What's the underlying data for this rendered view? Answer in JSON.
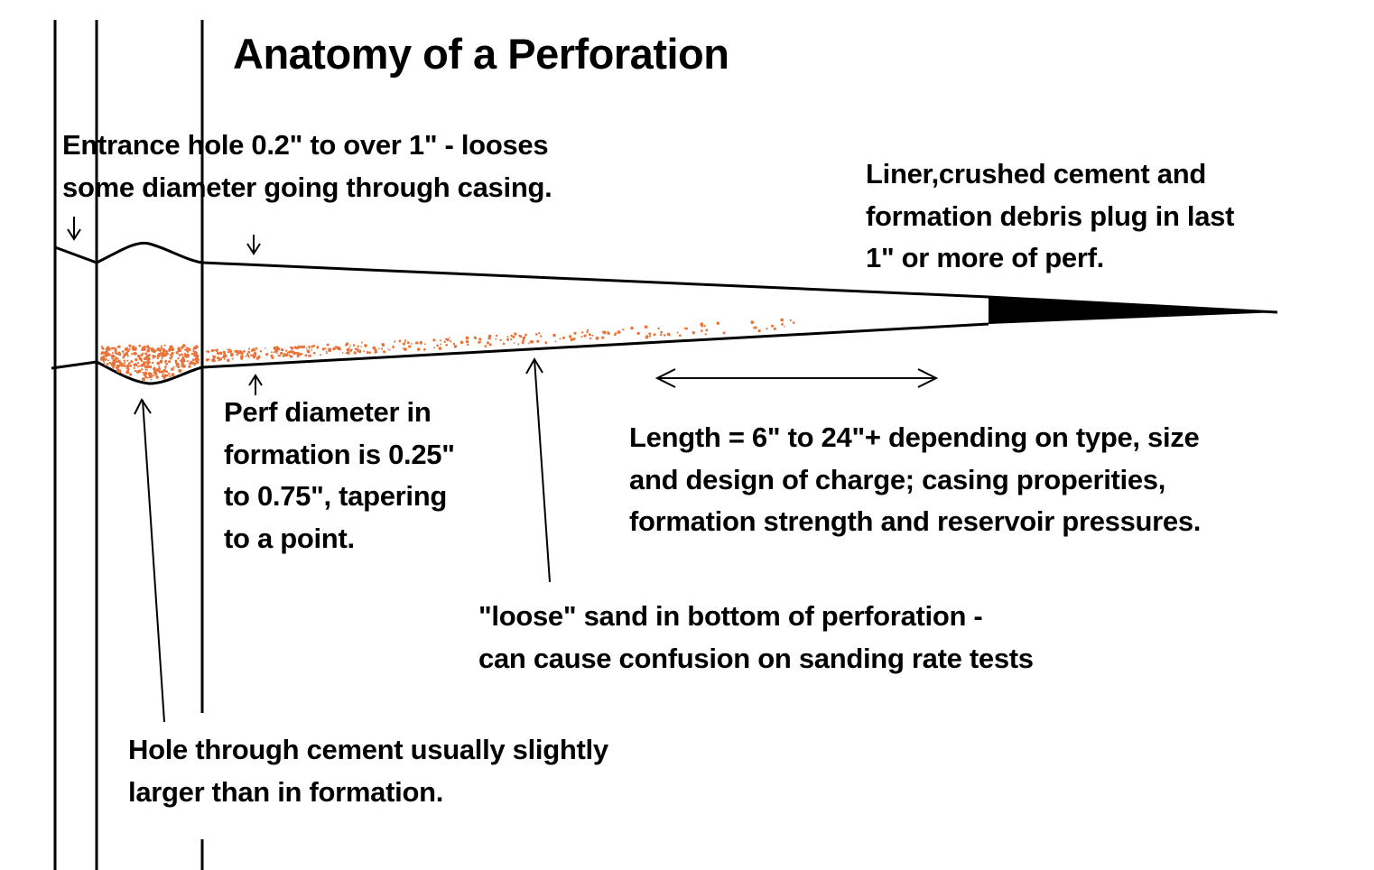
{
  "title": "Anatomy of a Perforation",
  "labels": {
    "entrance_hole": [
      "Entrance hole 0.2\" to over 1\" - looses",
      "some diameter going through casing."
    ],
    "liner_plug": [
      "Liner,crushed cement and",
      "formation debris plug in last",
      "1\" or more of perf."
    ],
    "perf_diameter": [
      "Perf diameter in",
      "formation is 0.25\"",
      "to 0.75\", tapering",
      "to a point."
    ],
    "length": [
      "Length = 6\" to 24\"+ depending on type, size",
      "and design of charge; casing properities,",
      "formation strength and reservoir pressures."
    ],
    "loose_sand": [
      "\"loose\" sand in bottom of perforation -",
      "can cause confusion on sanding rate tests"
    ],
    "cement_hole": [
      "Hole through cement usually slightly",
      "larger than in formation."
    ]
  },
  "colors": {
    "line": "#000000",
    "sand": "#e8743b",
    "background": "#ffffff"
  }
}
